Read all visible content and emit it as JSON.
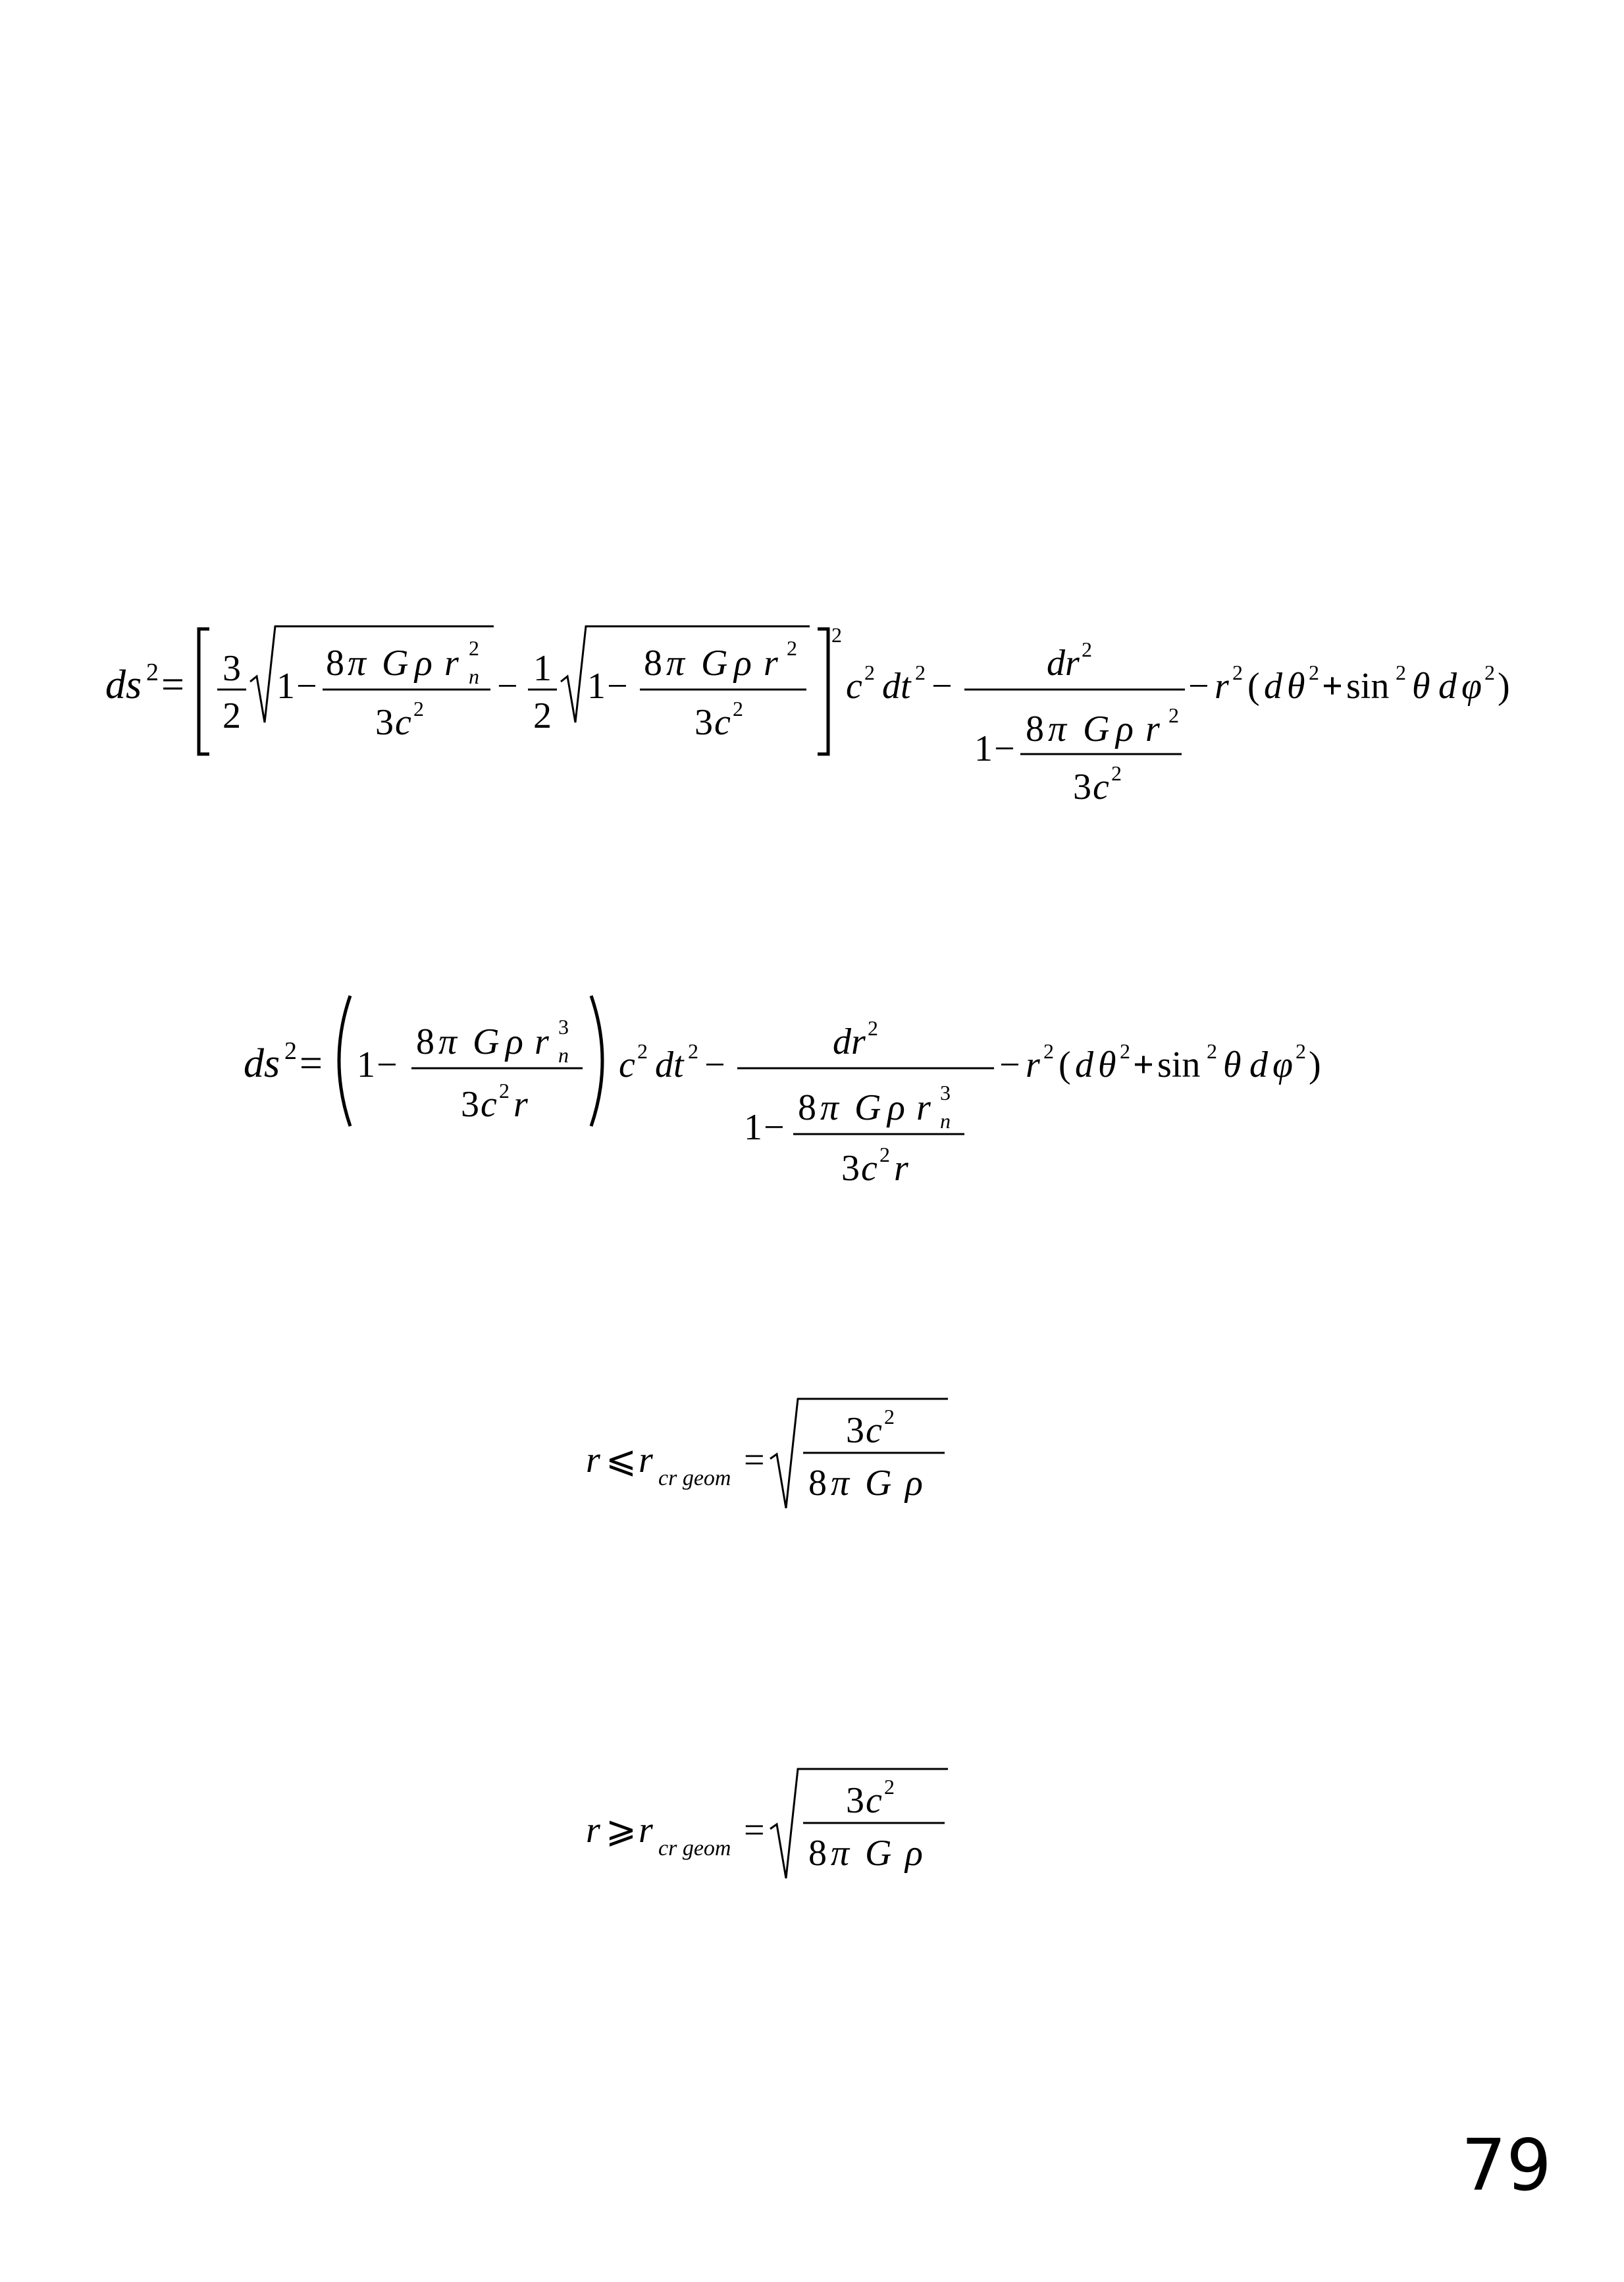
{
  "page": {
    "number": "79",
    "background": "#ffffff",
    "text_color": "#000000"
  },
  "equations": [
    {
      "id": "metric-interior",
      "parts": {
        "lhs": "ds",
        "sq": "2",
        "eq": "=",
        "three": "3",
        "two": "2",
        "one": "1",
        "minus": "−",
        "eight": "8",
        "pi": "π",
        "G": "G",
        "rho": "ρ",
        "r": "r",
        "n": "n",
        "c": "c",
        "dt": "dt",
        "dr": "dr",
        "dtheta": "θ",
        "d": "d",
        "plus": "+",
        "sin": "sin",
        "phi": "φ",
        "lparen": "(",
        "rparen": ")"
      }
    },
    {
      "id": "metric-exterior",
      "parts": {
        "three_sup": "3"
      }
    },
    {
      "id": "critical-radius-le",
      "parts": {
        "relation": "⩽",
        "sub": "cr geom"
      }
    },
    {
      "id": "critical-radius-ge",
      "parts": {
        "relation": "⩾",
        "sub": "cr geom"
      }
    }
  ]
}
